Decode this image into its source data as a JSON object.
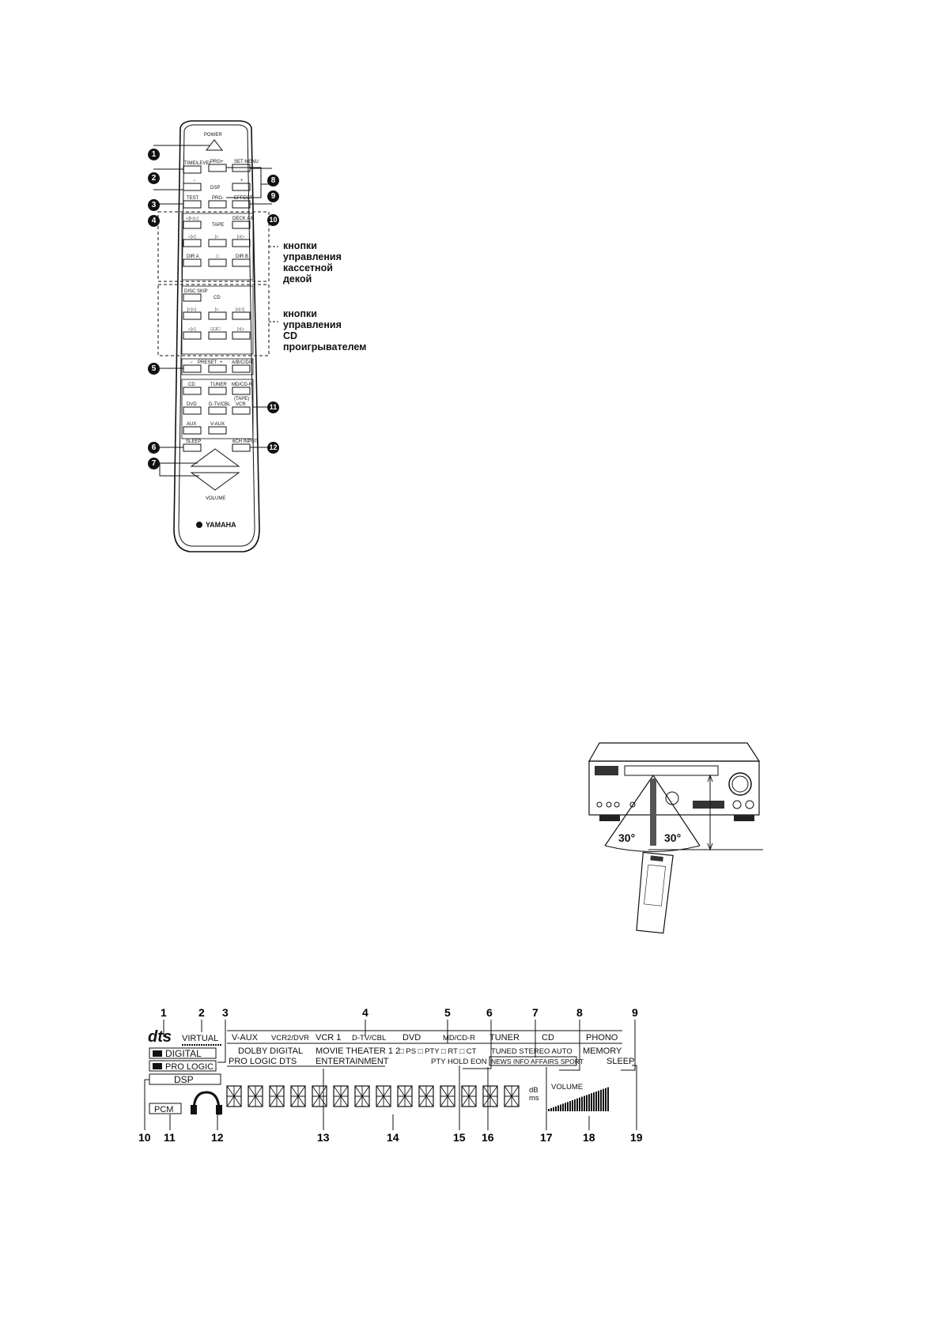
{
  "remote": {
    "power": "POWER",
    "time_level": "TIME/LEVEL",
    "prg_plus": "PRG+",
    "set_menu": "SET MENU",
    "dsp_minus": "−",
    "dsp": "DSP",
    "dsp_plus": "+",
    "test": "TEST",
    "prg_minus": "PRG-",
    "effect": "EFFECT",
    "tape_dir": "◁/◁◁",
    "tape": "TAPE",
    "deck_ab": "DECK A/B",
    "tape_rew": "◁◁",
    "tape_play": "▷",
    "tape_ff": "▷▷",
    "dir_a": "DIR A",
    "tape_stop": "□",
    "dir_b": "DIR B",
    "disc_skip": "DISC SKIP",
    "cd": "CD",
    "cd_prev": "|◁◁",
    "cd_play": "▷",
    "cd_next": "▷▷|",
    "cd_rew": "◁◁",
    "cd_pause": "□□/□",
    "cd_ff": "▷▷",
    "preset_minus": "−",
    "preset": "PRESET",
    "preset_plus": "+",
    "abcde": "A/B/C/D/E",
    "in_cd": "CD",
    "in_tuner": "TUNER",
    "in_mdcdr": "MD/CD-R",
    "in_tape": "(TAPE)",
    "in_dvd": "DVD",
    "in_dtvcbl": "D-TV/CBL",
    "in_vcr": "VCR",
    "in_aux": "AUX",
    "in_vaux": "V-AUX",
    "sleep": "SLEEP",
    "sixch": "6CH INPUT",
    "volume": "VOLUME",
    "brand": "YAMAHA"
  },
  "callouts": [
    "1",
    "2",
    "3",
    "4",
    "5",
    "6",
    "7",
    "8",
    "9",
    "10",
    "11",
    "12"
  ],
  "tape_label": "кнопки\nуправления\nкассетной\nдекой",
  "cd_label": "кнопки\nуправления\nCD\nпроигрывателем",
  "angles": {
    "left": "30°",
    "right": "30°"
  },
  "display": {
    "dts": "dts",
    "virtual": "VIRTUAL",
    "digital": "DIGITAL",
    "pro_logic": "PRO LOGIC",
    "dsp": "DSP",
    "pcm": "PCM",
    "inputs": [
      "V-AUX",
      "VCR2/DVR",
      "VCR 1",
      "D-TV/CBL",
      "DVD",
      "MD/CD-R",
      "TUNER",
      "CD",
      "PHONO"
    ],
    "dolby_digital": "DOLBY DIGITAL",
    "movie_theater": "MOVIE THEATER 1 2",
    "pro_logic_dts": "PRO LOGIC DTS",
    "entertainment": "ENTERTAINMENT",
    "rds": "□ PS □ PTY □ RT □ CT",
    "pty_hold": "PTY HOLD EON",
    "tuned": "TUNED STEREO AUTO",
    "pty_types": "NEWS INFO AFFAIRS SPORT",
    "memory": "MEMORY",
    "sleep": "SLEEP",
    "db": "dB",
    "ms": "ms",
    "volume": "VOLUME",
    "top_numbers": [
      "1",
      "2",
      "3",
      "4",
      "5",
      "6",
      "7",
      "8",
      "9"
    ],
    "bottom_numbers": [
      "10",
      "11",
      "12",
      "13",
      "14",
      "15",
      "16",
      "17",
      "18",
      "19"
    ]
  }
}
